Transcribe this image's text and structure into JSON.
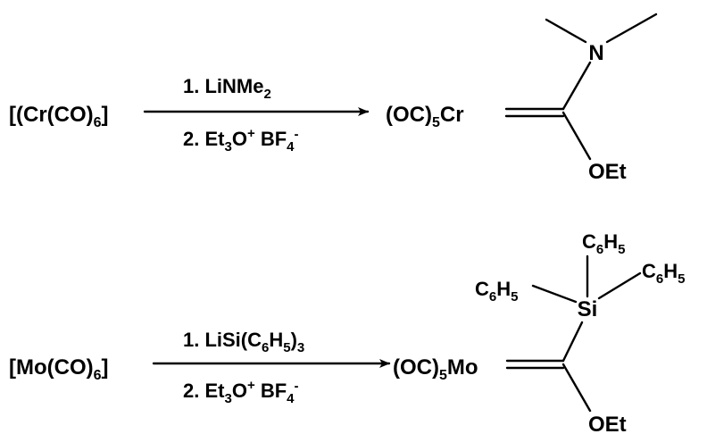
{
  "reaction1": {
    "reactant": {
      "pre": "[(Cr(CO)",
      "sub": "6",
      "post": "]"
    },
    "step1": {
      "pre": "1. LiNMe",
      "sub": "2"
    },
    "step2": {
      "pre": "2. Et",
      "sub": "3",
      "mid": "O",
      "sup": "+",
      "post": " BF",
      "sub2": "4",
      "sup2": "-"
    },
    "product": {
      "metal_pre": "(OC)",
      "metal_sub": "5",
      "metal_post": "Cr",
      "heteroatom": "N",
      "alkoxy": "OEt"
    }
  },
  "reaction2": {
    "reactant": {
      "pre": "[Mo(CO)",
      "sub": "6",
      "post": "]"
    },
    "step1": {
      "pre": "1. LiSi(C",
      "sub": "6",
      "mid": "H",
      "sub2": "5",
      "post": ")",
      "sub3": "3"
    },
    "step2": {
      "pre": "2. Et",
      "sub": "3",
      "mid": "O",
      "sup": "+",
      "post": " BF",
      "sub2": "4",
      "sup2": "-"
    },
    "product": {
      "metal_pre": "(OC)",
      "metal_sub": "5",
      "metal_post": "Mo",
      "silicon": "Si",
      "phenyl": {
        "c": "C",
        "c_sub": "6",
        "h": "H",
        "h_sub": "5"
      },
      "alkoxy": "OEt"
    }
  }
}
